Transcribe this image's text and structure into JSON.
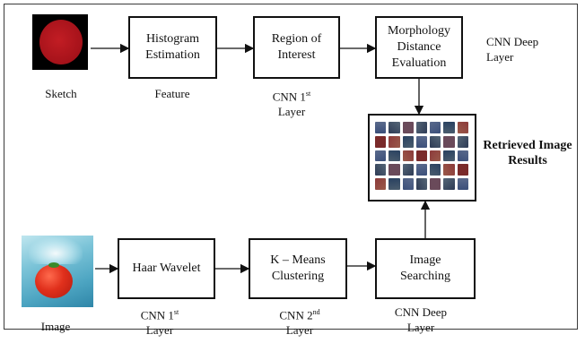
{
  "diagram": {
    "boxes": {
      "histogram": "Histogram\nEstimation",
      "roi": "Region of\nInterest",
      "morphology": "Morphology\nDistance\nEvaluation",
      "haar": "Haar Wavelet",
      "kmeans": "K – Means\nClustering",
      "searching": "Image\nSearching"
    },
    "labels": {
      "sketch": "Sketch",
      "feature": "Feature",
      "cnn_first_top": "CNN 1st\nLayer",
      "cnn_deep_top": "CNN Deep\nLayer",
      "retrieved": "Retrieved Image\nResults",
      "image": "Image",
      "cnn_first_bottom": "CNN 1st\nLayer",
      "cnn_second": "CNN 2nd\nLayer",
      "cnn_deep_bottom": "CNN Deep\nLayer"
    },
    "colors": {
      "sketch_disc": "#b3161d",
      "thumbnail_palette": [
        "#3b4f7a",
        "#7a2a2a",
        "#5a6a8c",
        "#2e3b55",
        "#8c3a3a",
        "#4b5d6e",
        "#6a4a5a",
        "#284060",
        "#9a5a4a",
        "#556677"
      ]
    }
  }
}
